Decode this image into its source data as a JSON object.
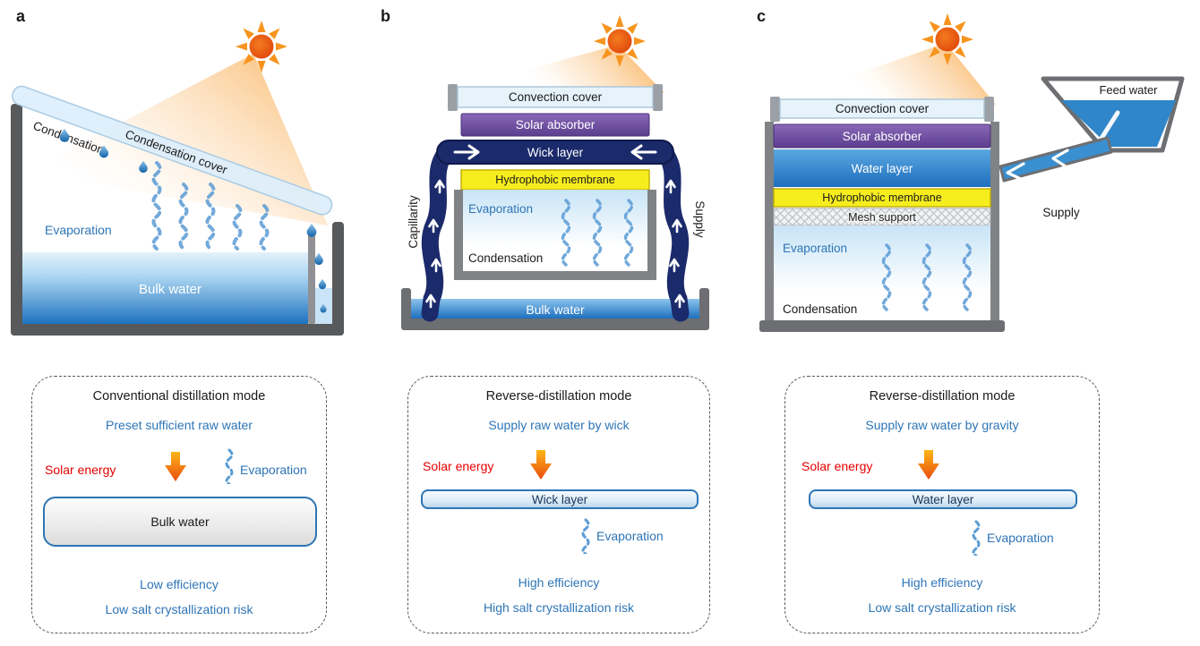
{
  "panels": {
    "a": {
      "label": "a",
      "diagram": {
        "condensation": "Condensation",
        "condensation_cover": "Condensation cover",
        "evaporation": "Evaporation",
        "bulk_water": "Bulk water"
      },
      "mode_box": {
        "title": "Conventional distillation mode",
        "subtitle": "Preset sufficient raw water",
        "solar_energy": "Solar energy",
        "evaporation": "Evaporation",
        "layer_label": "Bulk water",
        "line1": "Low efficiency",
        "line2": "Low salt crystallization risk"
      }
    },
    "b": {
      "label": "b",
      "diagram": {
        "convection_cover": "Convection cover",
        "solar_absorber": "Solar absorber",
        "wick_layer": "Wick layer",
        "hydrophobic_membrane": "Hydrophobic membrane",
        "evaporation": "Evaporation",
        "condensation": "Condensation",
        "capillarity": "Capillarity",
        "supply": "Supply",
        "bulk_water": "Bulk water"
      },
      "mode_box": {
        "title": "Reverse-distillation mode",
        "subtitle": "Supply raw water by wick",
        "solar_energy": "Solar energy",
        "layer_label": "Wick layer",
        "evaporation": "Evaporation",
        "line1": "High efficiency",
        "line2": "High salt crystallization risk"
      }
    },
    "c": {
      "label": "c",
      "diagram": {
        "convection_cover": "Convection cover",
        "solar_absorber": "Solar absorber",
        "water_layer": "Water layer",
        "hydrophobic_membrane": "Hydrophobic membrane",
        "mesh_support": "Mesh support",
        "evaporation": "Evaporation",
        "condensation": "Condensation",
        "feed_water": "Feed water",
        "supply": "Supply"
      },
      "mode_box": {
        "title": "Reverse-distillation mode",
        "subtitle": "Supply raw water by gravity",
        "solar_energy": "Solar energy",
        "layer_label": "Water layer",
        "evaporation": "Evaporation",
        "line1": "High efficiency",
        "line2": "Low salt crystallization risk"
      }
    }
  },
  "colors": {
    "blue_text": "#2e75b6",
    "red_text": "#e60000",
    "water_blue": "#1e72c0",
    "absorber_purple": "#6b4a9e",
    "membrane_yellow": "#f6ed1f",
    "wick_navy": "#1b2a6b",
    "structure_gray": "#58595b",
    "sun_orange": "#f7941d"
  }
}
